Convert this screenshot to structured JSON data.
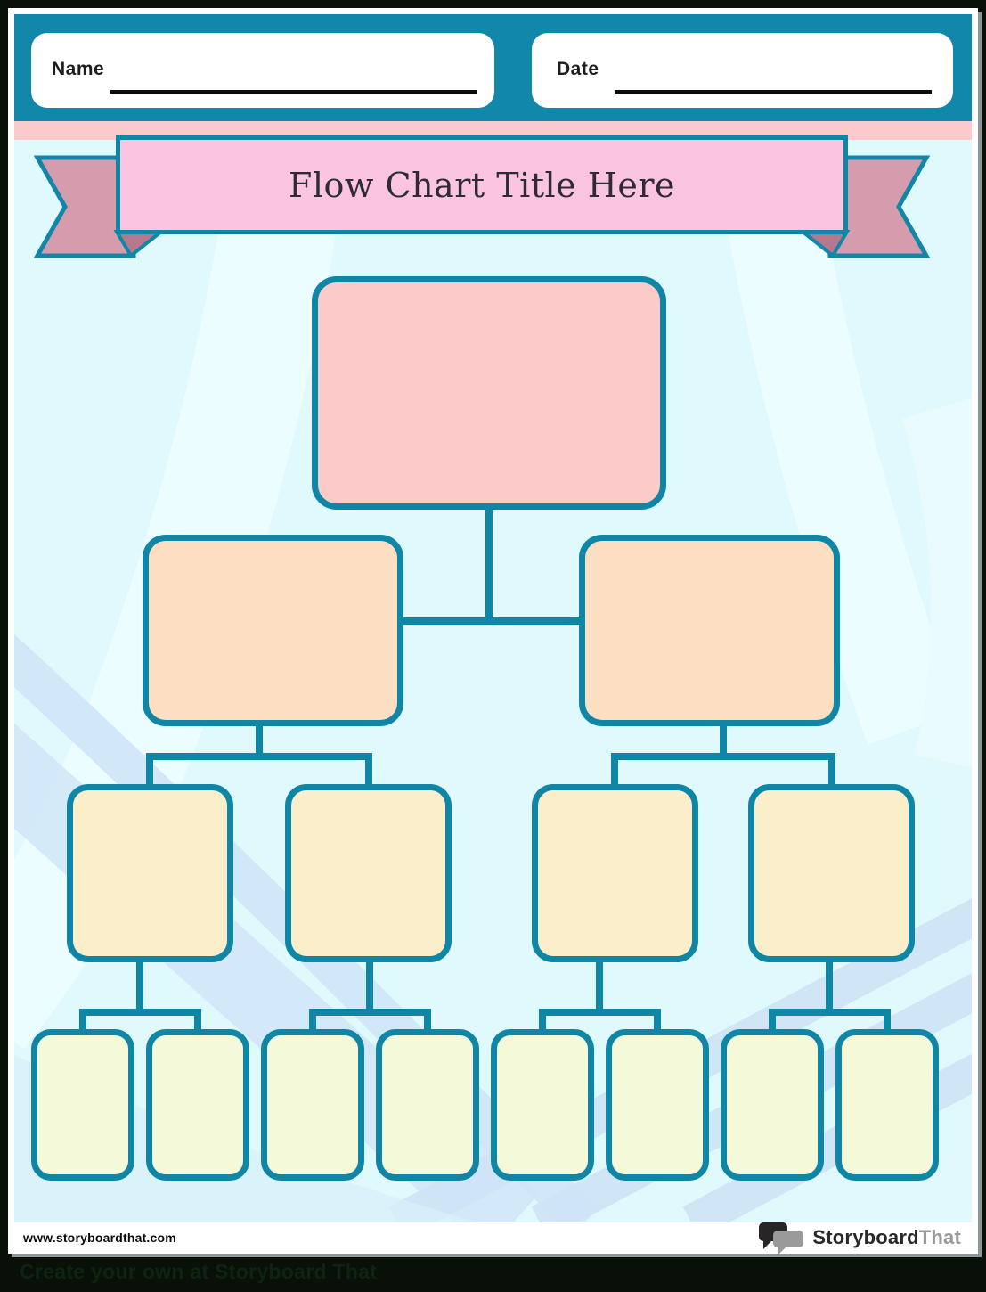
{
  "header": {
    "name_label": "Name",
    "date_label": "Date"
  },
  "banner": {
    "title": "Flow Chart Title Here"
  },
  "flowchart": {
    "type": "tree",
    "description": "Blank flow chart template: 1 root box, 2 second-level boxes, 4 third-level boxes, 8 fourth-level boxes, all empty, connected by teal elbow lines (each parent links to two children).",
    "levels": [
      {
        "level": 1,
        "boxes": 1,
        "fill": "#fccac8"
      },
      {
        "level": 2,
        "boxes": 2,
        "fill": "#fcdfc2"
      },
      {
        "level": 3,
        "boxes": 4,
        "fill": "#fbeecb"
      },
      {
        "level": 4,
        "boxes": 8,
        "fill": "#f3f9d9"
      }
    ],
    "connector_color": "#0f86a6"
  },
  "footer": {
    "website": "www.storyboardthat.com",
    "logo": {
      "part1": "Storyboard",
      "part2": "That"
    },
    "tagline": "Create your own at Storyboard That"
  },
  "colors": {
    "header_teal": "#1187a9",
    "pink_strip": "#fbcbcb",
    "canvas_background": "#dff9fc",
    "banner_pink": "#fbc5e1",
    "ribbon_mauve": "#d59cae",
    "ribbon_fold": "#b5798e",
    "teal_border": "#0f86a6",
    "swirl_blue": "#cfe5f7"
  }
}
